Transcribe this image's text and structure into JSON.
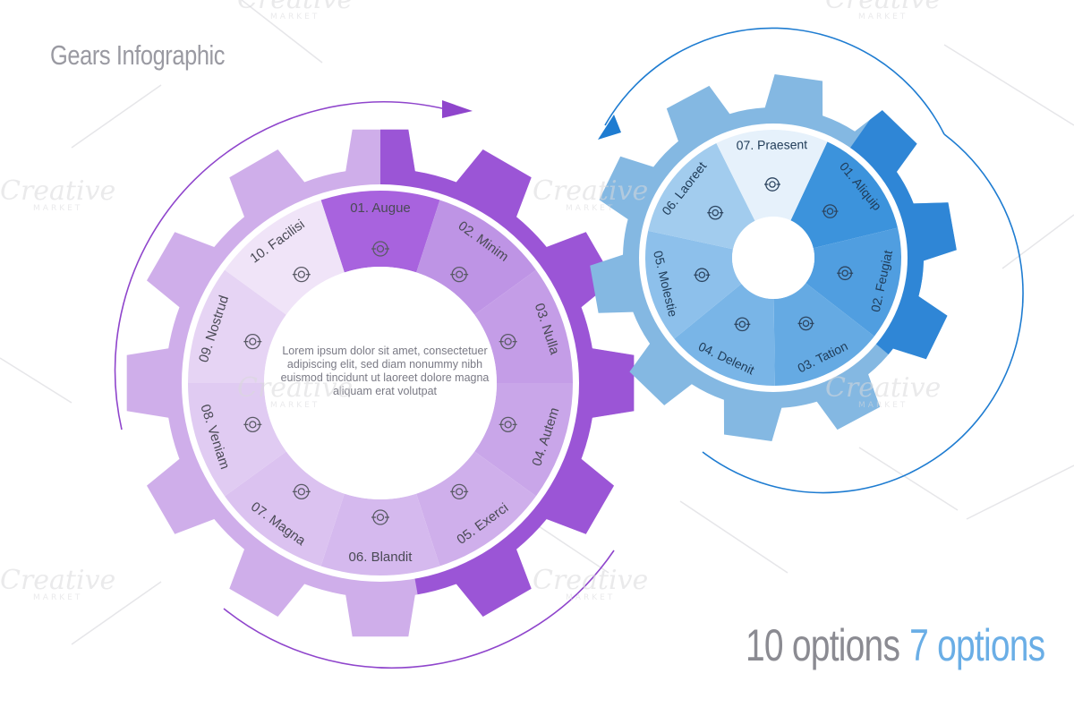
{
  "title": "Gears Infographic",
  "footer": {
    "count_a": "10 options",
    "count_b": "7 options"
  },
  "watermark": {
    "brand": "Creative",
    "sub": "MARKET"
  },
  "colors": {
    "purple_dark": "#8f45cc",
    "purple_light": "#e1c9f0",
    "purple_bg": "#c39be3",
    "blue_dark": "#1e7cd1",
    "blue_light": "#a8d0ef",
    "blue_bg": "#66a3d8",
    "text": "#4a4a55"
  },
  "purple_gear": {
    "center_text": "Lorem ipsum dolor sit amet, consectetuer adipiscing elit, sed diam nonummy nibh euismod tincidunt ut laoreet dolore magna aliquam erat volutpat",
    "segments": [
      {
        "label": "01. Augue",
        "icon": "lightbulb-icon"
      },
      {
        "label": "02. Minim",
        "icon": "browser-settings-icon"
      },
      {
        "label": "03. Nulla",
        "icon": "hand-phone-icon"
      },
      {
        "label": "04. Autem",
        "icon": "network-nodes-icon"
      },
      {
        "label": "05. Exerci",
        "icon": "globe-icon"
      },
      {
        "label": "06. Blandit",
        "icon": "cog-icon"
      },
      {
        "label": "07. Magna",
        "icon": "magnifier-analytics-icon"
      },
      {
        "label": "08. Veniam",
        "icon": "clipboard-icon"
      },
      {
        "label": "09. Nostrud",
        "icon": "handshake-icon"
      },
      {
        "label": "10. Facilisi",
        "icon": "target-icon"
      }
    ]
  },
  "blue_gear": {
    "segments": [
      {
        "label": "01. Aliquip",
        "icon": "tablet-circuit-icon"
      },
      {
        "label": "02. Feugiat",
        "icon": "target-icon"
      },
      {
        "label": "03. Tation",
        "icon": "star-badge-icon"
      },
      {
        "label": "04. Delenit",
        "icon": "rocket-icon"
      },
      {
        "label": "05. Molestie",
        "icon": "hand-heart-icon"
      },
      {
        "label": "06. Laoreet",
        "icon": "delivery-truck-icon"
      },
      {
        "label": "07. Praesent",
        "icon": "shield-box-icon"
      }
    ]
  }
}
